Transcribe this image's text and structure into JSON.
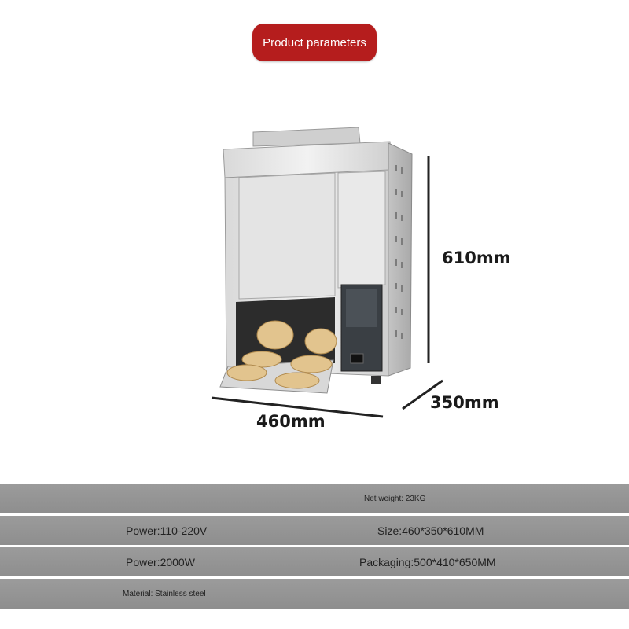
{
  "header": {
    "title": "Product parameters"
  },
  "product_image": {
    "subject": "vertical-conveyor-toaster-icon"
  },
  "dimensions": {
    "height": "610mm",
    "depth": "350mm",
    "width": "460mm"
  },
  "specs": {
    "row1": {
      "left": "",
      "right": "Net weight: 23KG"
    },
    "row2": {
      "left": "Power:110-220V",
      "right": "Size:460*350*610MM"
    },
    "row3": {
      "left": "Power:2000W",
      "right": "Packaging:500*410*650MM"
    },
    "row4": {
      "left": "Material: Stainless steel",
      "right": ""
    }
  },
  "colors": {
    "accent": "#b51d1d",
    "band": "#959595"
  }
}
